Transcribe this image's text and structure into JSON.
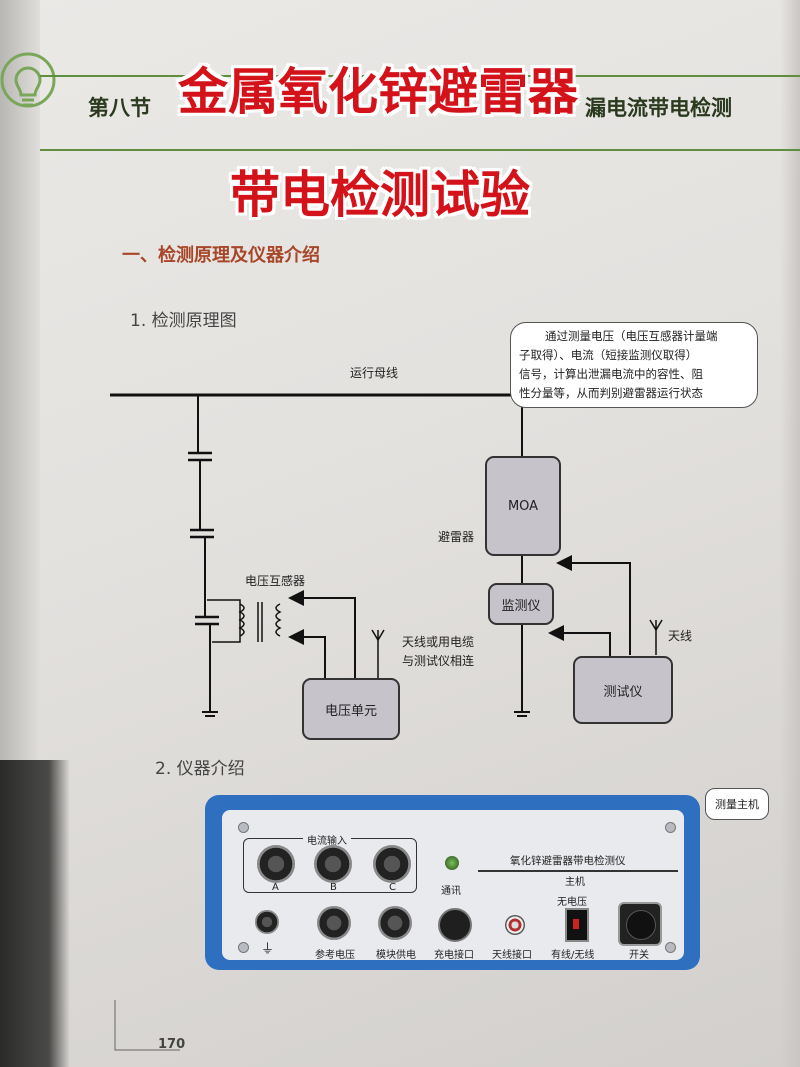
{
  "header": {
    "chapter_prefix": "第八节",
    "chapter_suffix": "漏电流带电检测",
    "overlay_line1": "金属氧化锌避雷器",
    "overlay_line2": "带电检测试验"
  },
  "section": {
    "title": "一、检测原理及仪器介绍",
    "sub1": "1. 检测原理图",
    "sub2": "2. 仪器介绍"
  },
  "diagram": {
    "bus_label": "运行母线",
    "moa_label": "MOA",
    "arrester_label": "避雷器",
    "monitor_label": "监测仪",
    "tester_label": "测试仪",
    "antenna_label": "天线",
    "pt_label": "电压互感器",
    "voltage_unit_label": "电压单元",
    "cable_note_line1": "天线或用电缆",
    "cable_note_line2": "与测试仪相连",
    "bubble_lines": [
      "通过测量电压（电压互感器计量端",
      "子取得）、电流（短接监测仪取得）",
      "信号，计算出泄漏电流中的容性、阻",
      "性分量等，从而判别避雷器运行状态"
    ]
  },
  "device": {
    "callout": "测量主机",
    "current_input": "电流输入",
    "ports": [
      "A",
      "B",
      "C"
    ],
    "comm": "通讯",
    "title_line1": "氧化锌避雷器带电检测仪",
    "title_line2": "主机",
    "ground": "⏚",
    "ref_voltage": "参考电压",
    "module_power": "模块供电",
    "charge_port": "充电接口",
    "antenna_port": "天线接口",
    "no_voltage": "无电压",
    "wired_wireless": "有线/无线",
    "power_switch": "开关"
  },
  "page_number": "170"
}
